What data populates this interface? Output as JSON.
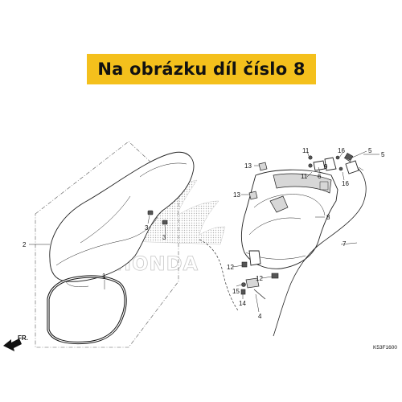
{
  "banner": {
    "text": "Na obrázku díl číslo 8",
    "color": "#f4c01c"
  },
  "watermark": {
    "text": "HONDA"
  },
  "direction_label": "FR.",
  "diagram_code": "K53F1600",
  "callouts": [
    "1",
    "2",
    "3",
    "3",
    "4",
    "5",
    "5",
    "6",
    "7",
    "8",
    "9",
    "11",
    "11",
    "12",
    "12",
    "13",
    "13",
    "14",
    "15",
    "16",
    "16"
  ]
}
